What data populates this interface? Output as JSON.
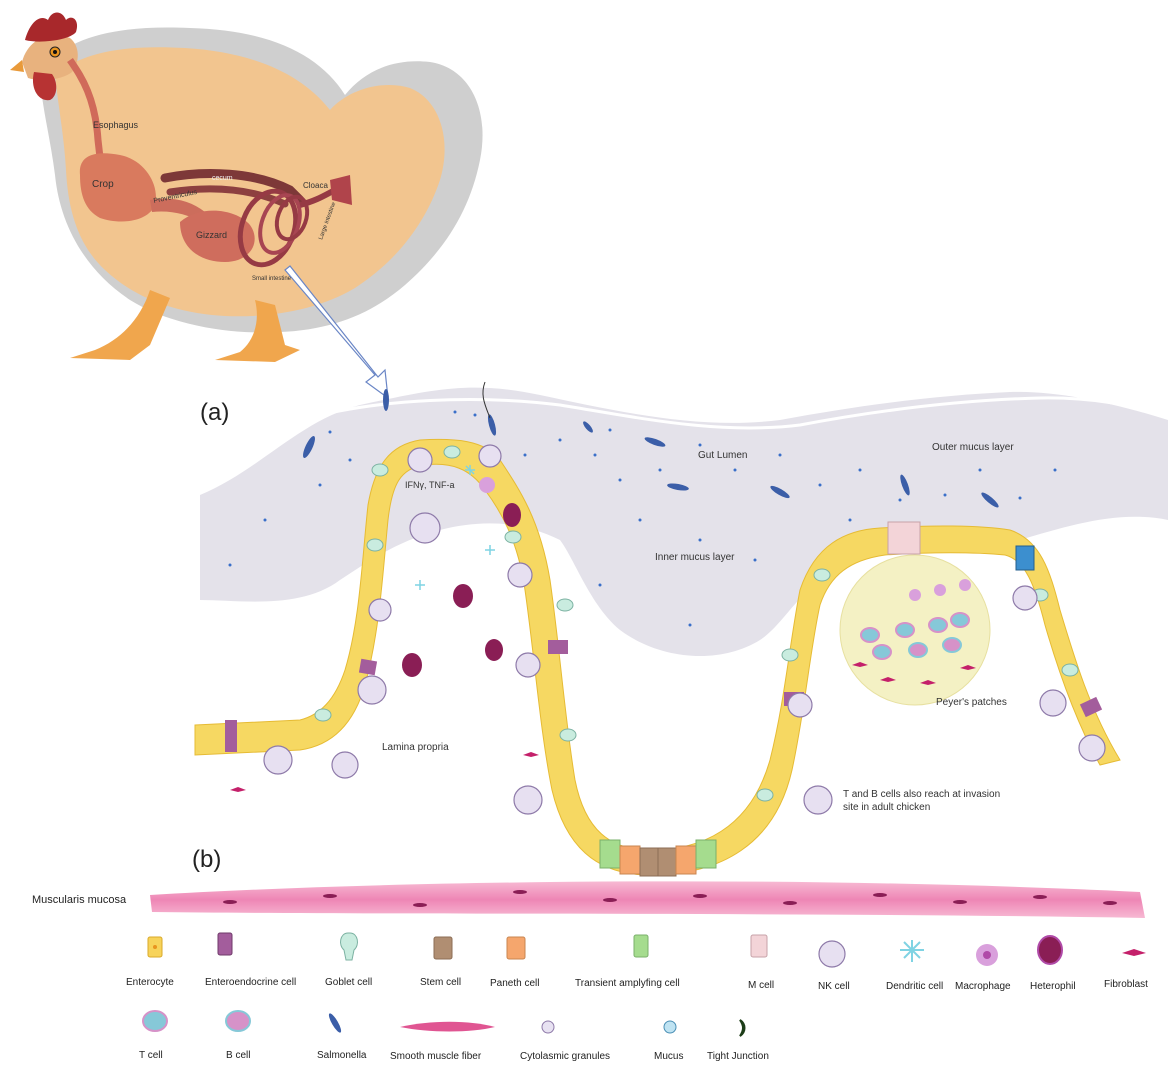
{
  "panel_labels": {
    "a": "(a)",
    "b": "(b)"
  },
  "chicken_labels": {
    "esophagus": "Esophagus",
    "crop": "Crop",
    "cecum": "cecum",
    "proventriculus": "Proventriculus",
    "gizzard": "Gizzard",
    "cloaca": "Cloaca",
    "large_intestine": "Large intestine",
    "small_intestine": "Small intestine"
  },
  "gut_labels": {
    "gut_lumen": "Gut Lumen",
    "outer_mucus_layer": "Outer mucus layer",
    "inner_mucus_layer": "Inner mucus layer",
    "cytokines": "IFNγ, TNF-a",
    "peyers_patches": "Peyer's patches",
    "lamina_propria": "Lamina propria",
    "tb_note_line1": "T and B cells also reach at invasion",
    "tb_note_line2": "site in adult chicken",
    "muscularis_mucosa": "Muscularis mucosa"
  },
  "legend": [
    {
      "key": "enterocyte",
      "label": "Enterocyte",
      "color": "#f7d35a"
    },
    {
      "key": "enteroendocrine",
      "label": "Enteroendocrine cell",
      "color": "#a35d9c"
    },
    {
      "key": "goblet",
      "label": "Goblet cell",
      "color": "#c9ecdf"
    },
    {
      "key": "stem",
      "label": "Stem cell",
      "color": "#b08e72"
    },
    {
      "key": "paneth",
      "label": "Paneth cell",
      "color": "#f5a66d"
    },
    {
      "key": "transient",
      "label": "Transient amplyfing cell",
      "color": "#a5dc8e"
    },
    {
      "key": "m_cell",
      "label": "M cell",
      "color": "#f3d4d8"
    },
    {
      "key": "nk",
      "label": "NK cell",
      "color": "#e7e0f1"
    },
    {
      "key": "dendritic",
      "label": "Dendritic cell",
      "color": "#7fd3e3"
    },
    {
      "key": "macrophage",
      "label": "Macrophage",
      "color": "#d9a0dc"
    },
    {
      "key": "heterophil",
      "label": "Heterophil",
      "color": "#8a1e55"
    },
    {
      "key": "fibroblast",
      "label": "Fibroblast",
      "color": "#c4206a"
    },
    {
      "key": "t_cell",
      "label": "T cell",
      "color": "#86c8d8"
    },
    {
      "key": "b_cell",
      "label": "B cell",
      "color": "#d692c8"
    },
    {
      "key": "salmonella",
      "label": "Salmonella",
      "color": "#3b5ea8"
    },
    {
      "key": "smooth_muscle",
      "label": "Smooth muscle fiber",
      "color": "#e05592"
    },
    {
      "key": "granules",
      "label": "Cytolasmic granules",
      "color": "#e8e2f2"
    },
    {
      "key": "mucus",
      "label": "Mucus",
      "color": "#bfe3f2"
    },
    {
      "key": "tight_junction",
      "label": "Tight Junction",
      "color": "#1d3d18"
    }
  ]
}
